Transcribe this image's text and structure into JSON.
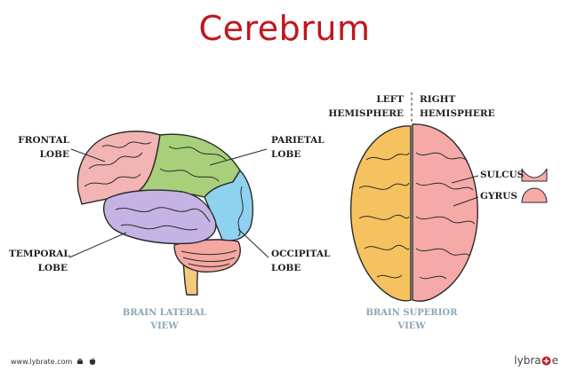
{
  "title": "Cerebrum",
  "lateral": {
    "frontal": [
      "FRONTAL",
      "LOBE"
    ],
    "parietal": [
      "PARIETAL",
      "LOBE"
    ],
    "temporal": [
      "TEMPORAL",
      "LOBE"
    ],
    "occipital": [
      "OCCIPITAL",
      "LOBE"
    ],
    "caption": [
      "BRAIN LATERAL",
      "VIEW"
    ]
  },
  "superior": {
    "left": [
      "LEFT",
      "HEMISPHERE"
    ],
    "right": [
      "RIGHT",
      "HEMISPHERE"
    ],
    "sulcus": "SULCUS",
    "gyrus": "GYRUS",
    "caption": [
      "BRAIN SUPERIOR",
      "VIEW"
    ]
  },
  "footer": {
    "website": "www.lybrate.com",
    "brand_prefix": "lybra",
    "brand_suffix": "e"
  },
  "colors": {
    "title": "#c0161c",
    "frontal": "#f3b4b4",
    "parietal": "#a8cf7a",
    "temporal": "#c4b3e3",
    "occipital": "#8fd2ef",
    "cerebellum": "#f4a8a2",
    "left_hemisphere": "#f6c25f",
    "right_hemisphere": "#f5aaa8"
  },
  "icons": [
    "android-icon",
    "apple-icon",
    "brand-logo-icon"
  ]
}
